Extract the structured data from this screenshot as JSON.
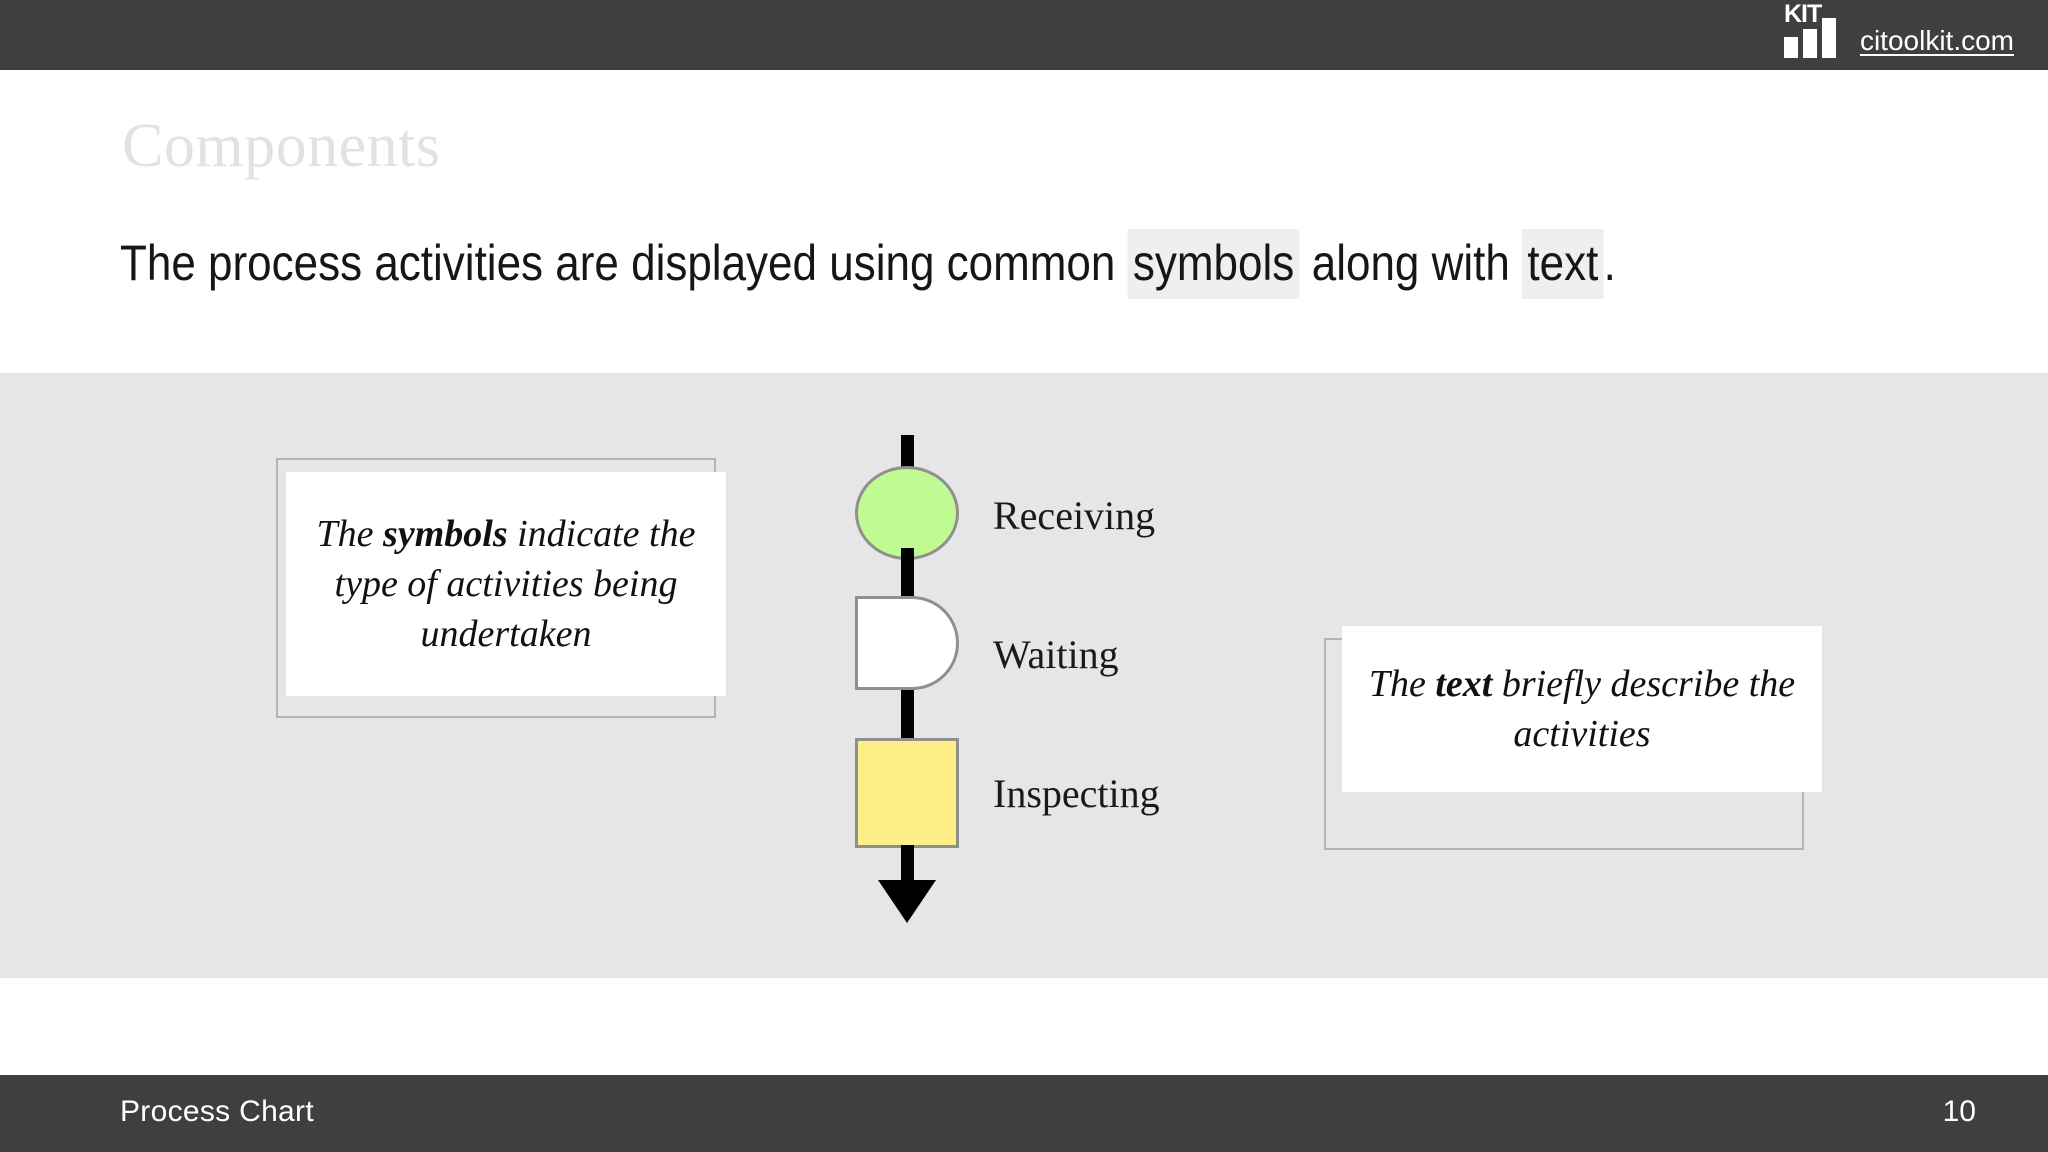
{
  "header": {
    "bar_color": "#3f3f3f",
    "brand": {
      "logo_text": "KIT",
      "url": "citoolkit.com"
    }
  },
  "slide": {
    "title": "Components",
    "title_color": "#e2e2e2",
    "lead": {
      "part_1": "The process activities are displayed using common ",
      "highlight_1": "symbols",
      "part_2": " along with ",
      "highlight_2": "text",
      "part_3": ".",
      "highlight_bg": "#efefef"
    },
    "band_color": "#e6e6e6"
  },
  "callouts": {
    "left": {
      "prefix": "The ",
      "bold": "symbols",
      "suffix": " indicate the type of activities being undertaken"
    },
    "right": {
      "prefix": "The ",
      "bold": "text",
      "suffix": " briefly describe the activities"
    }
  },
  "chart_data": {
    "type": "diagram",
    "title": "Process Chart",
    "nodes": [
      {
        "label": "Receiving",
        "symbol": "circle",
        "fill": "#bffa92",
        "stroke": "#8f8f8f"
      },
      {
        "label": "Waiting",
        "symbol": "half-circle",
        "fill": "#ffffff",
        "stroke": "#8f8f8f"
      },
      {
        "label": "Inspecting",
        "symbol": "square",
        "fill": "#fdee86",
        "stroke": "#8f8f8f"
      }
    ],
    "connectors": "vertical-black-lines",
    "terminator": "down-arrow"
  },
  "footer": {
    "title": "Process Chart",
    "page": "10",
    "bar_color": "#3f3f3f"
  }
}
